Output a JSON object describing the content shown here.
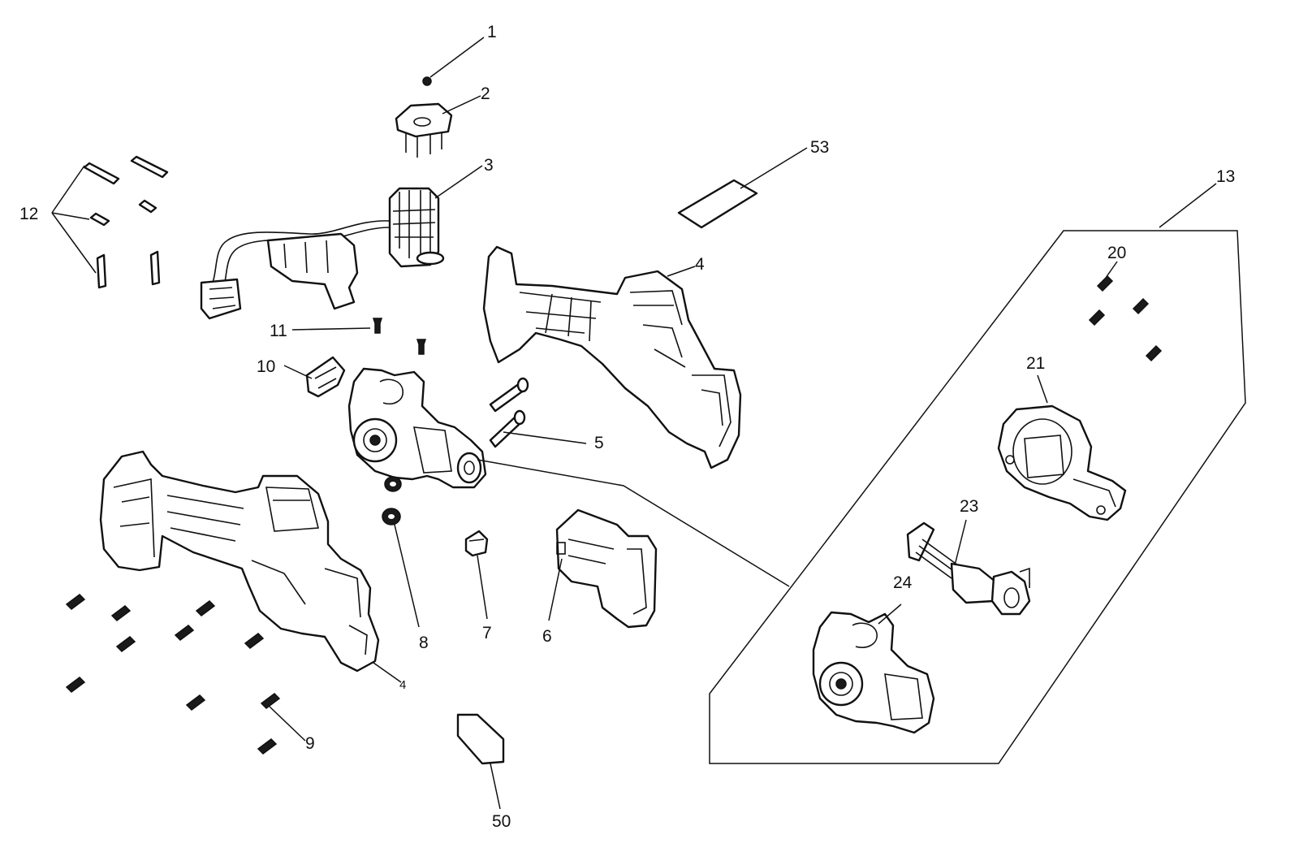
{
  "diagram": {
    "callouts": {
      "c1": "1",
      "c2": "2",
      "c3": "3",
      "c4a": "4",
      "c4b": "4",
      "c5": "5",
      "c6": "6",
      "c7": "7",
      "c8": "8",
      "c9": "9",
      "c10": "10",
      "c11": "11",
      "c12": "12",
      "c13": "13",
      "c20": "20",
      "c21": "21",
      "c23": "23",
      "c24": "24",
      "c50": "50",
      "c53": "53"
    }
  }
}
